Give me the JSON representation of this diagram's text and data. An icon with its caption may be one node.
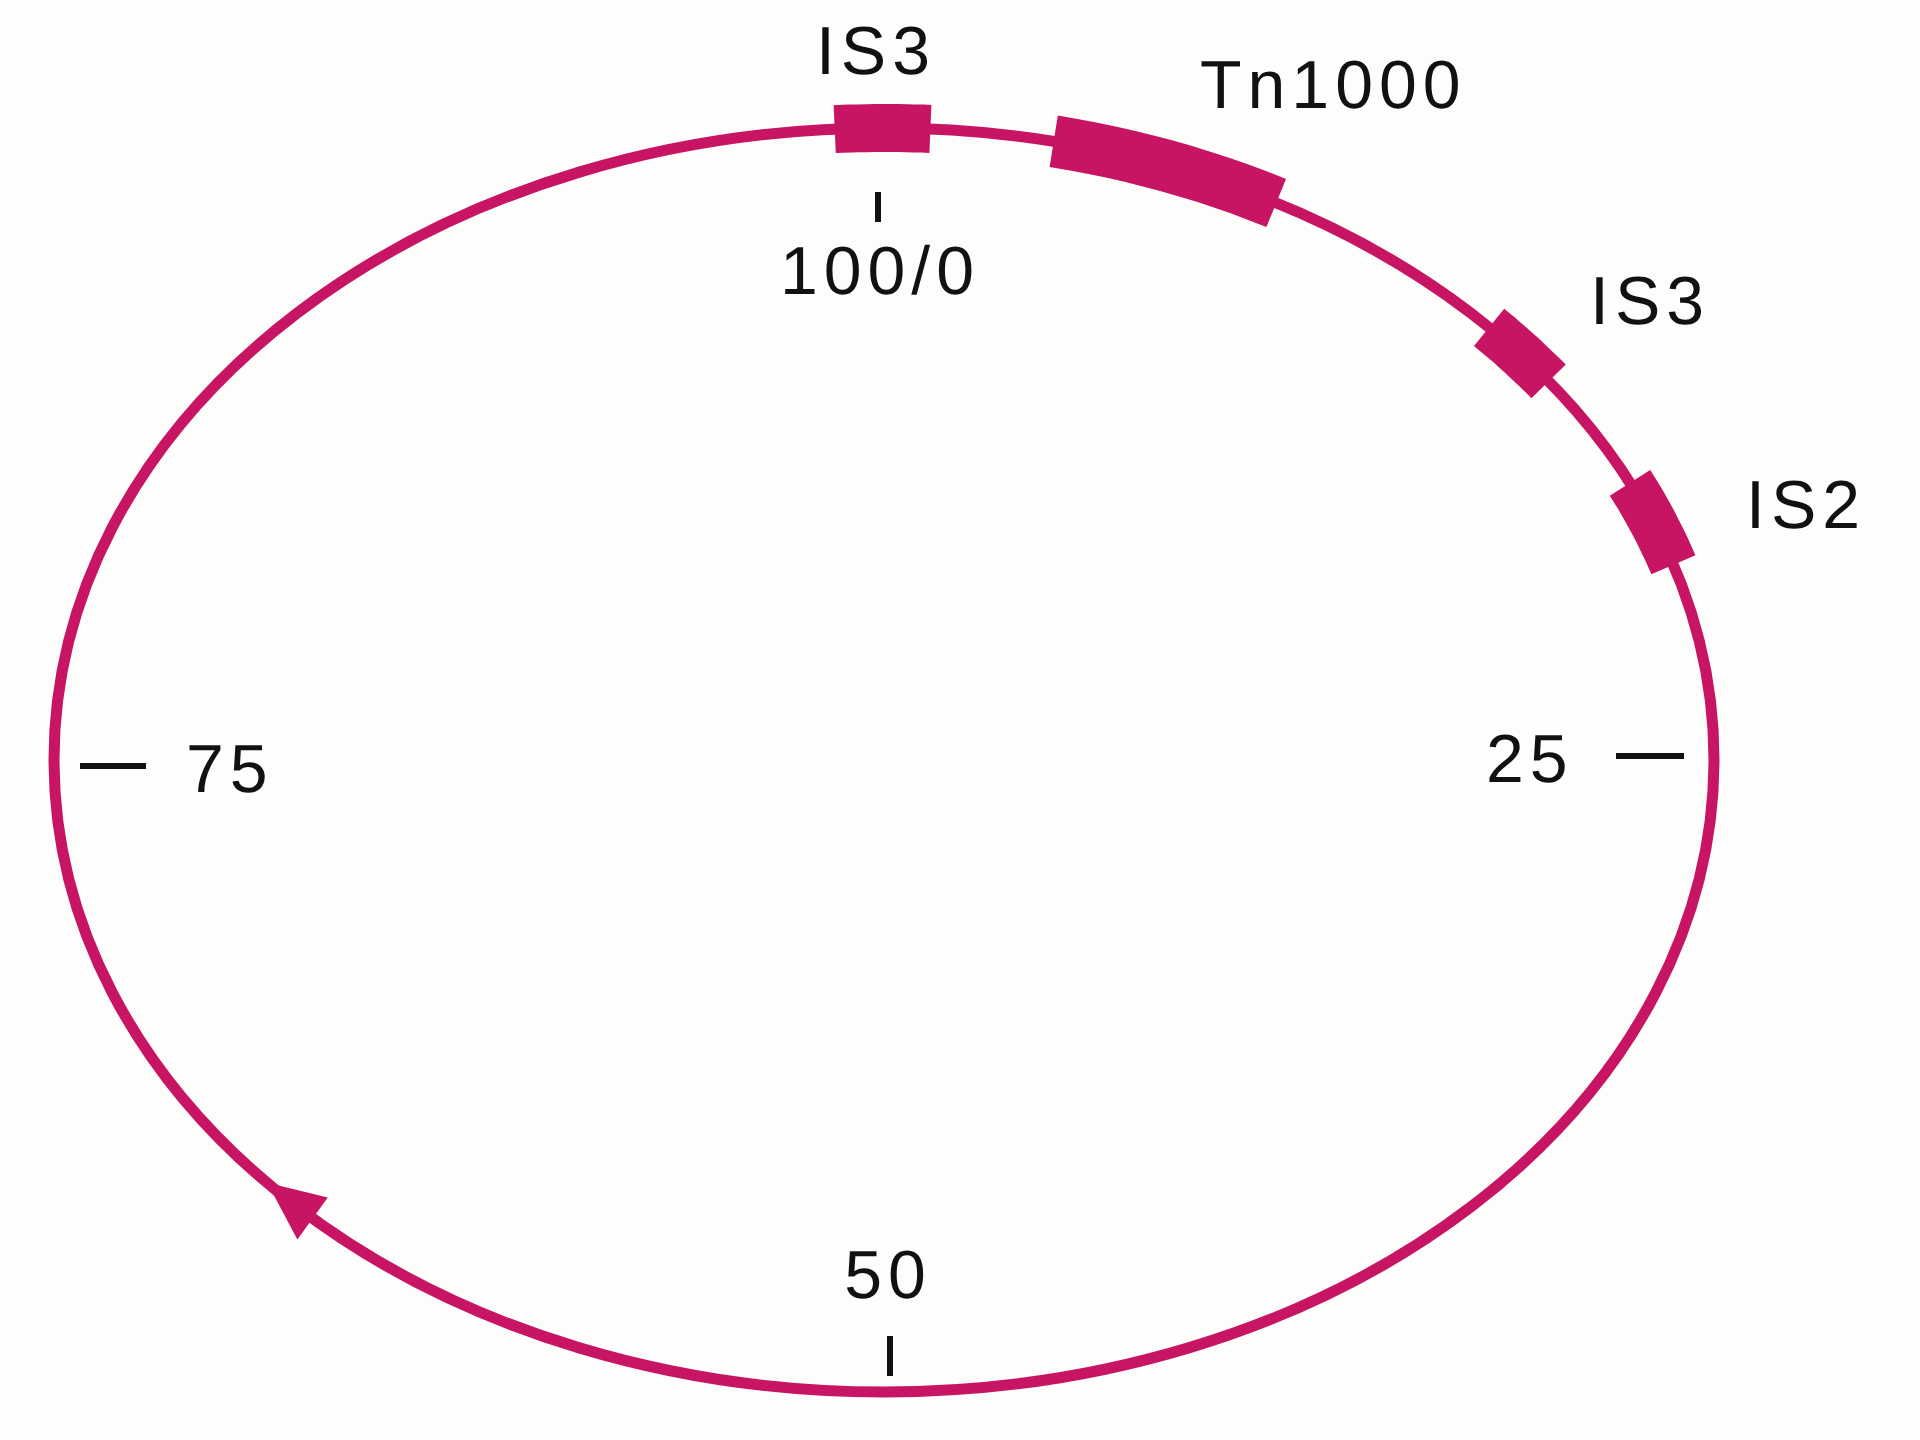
{
  "diagram": {
    "labels": [
      "IS3",
      "Tn1000",
      "100/0",
      "IS3",
      "IS2",
      "75",
      "25",
      "50"
    ]
  }
}
